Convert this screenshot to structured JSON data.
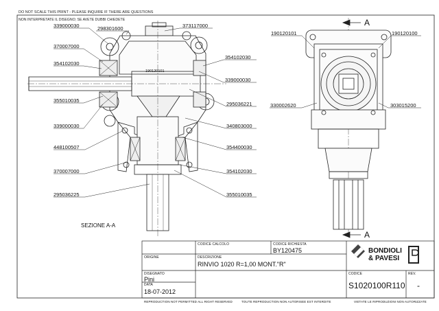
{
  "header": {
    "note_line1": "DO NOT SCALE THIS PRINT - PLEASE INQUIRE IF THERE ARE QUESTIONS",
    "note_line2": "NON INTERPRETATE IL DISEGNO; SE AVETE DUBBI CHIEDETE"
  },
  "section_label": "SEZIONE A-A",
  "center_label": "190120101",
  "section_marker": "A",
  "left_view_callouts": {
    "c1": "339000030",
    "c2": "298301600",
    "c3": "373117000",
    "c4": "370007000",
    "c5": "354102030",
    "c6": "354102030",
    "c7": "339000030",
    "c8": "355010035",
    "c9": "295036221",
    "c10": "339000030",
    "c11": "340803000",
    "c12": "448100507",
    "c13": "354400030",
    "c14": "370007000",
    "c15": "354102030",
    "c16": "295036225",
    "c17": "355010035"
  },
  "right_view_callouts": {
    "r1": "190120101",
    "r2": "190120100",
    "r3": "330002620",
    "r4": "303015200"
  },
  "title_block": {
    "codice_calcolo_label": "CODICE CALCOLO",
    "codice_calcolo_value": "",
    "codice_richiesta_label": "CODICE RICHIESTA",
    "codice_richiesta_value": "BY120475",
    "origine_label": "ORIGINE",
    "descrizione_label": "DESCRIZIONE",
    "descrizione_value": "RINVIO 1020 R=1,00 MONT.\"R\"",
    "disegnato_label": "DISEGNATO",
    "disegnato_value": "Pini",
    "data_label": "DATA",
    "data_value": "18-07-2012",
    "codice_label": "CODICE",
    "codice_value": "S1020100R110",
    "rev_label": "REV.",
    "rev_value": "-",
    "company_line1": "BONDIOLI",
    "company_line2": "& PAVESI",
    "footer_left": "REPRODUCTION NOT PERMITTED ALL RIGHT RESERVED",
    "footer_mid": "TOUTE REPRODUCTION NON AUTORISEE EST INTERDITE",
    "footer_right": "VIETATE LE RIPRODUZIONI NON AUTORIZZATE"
  }
}
